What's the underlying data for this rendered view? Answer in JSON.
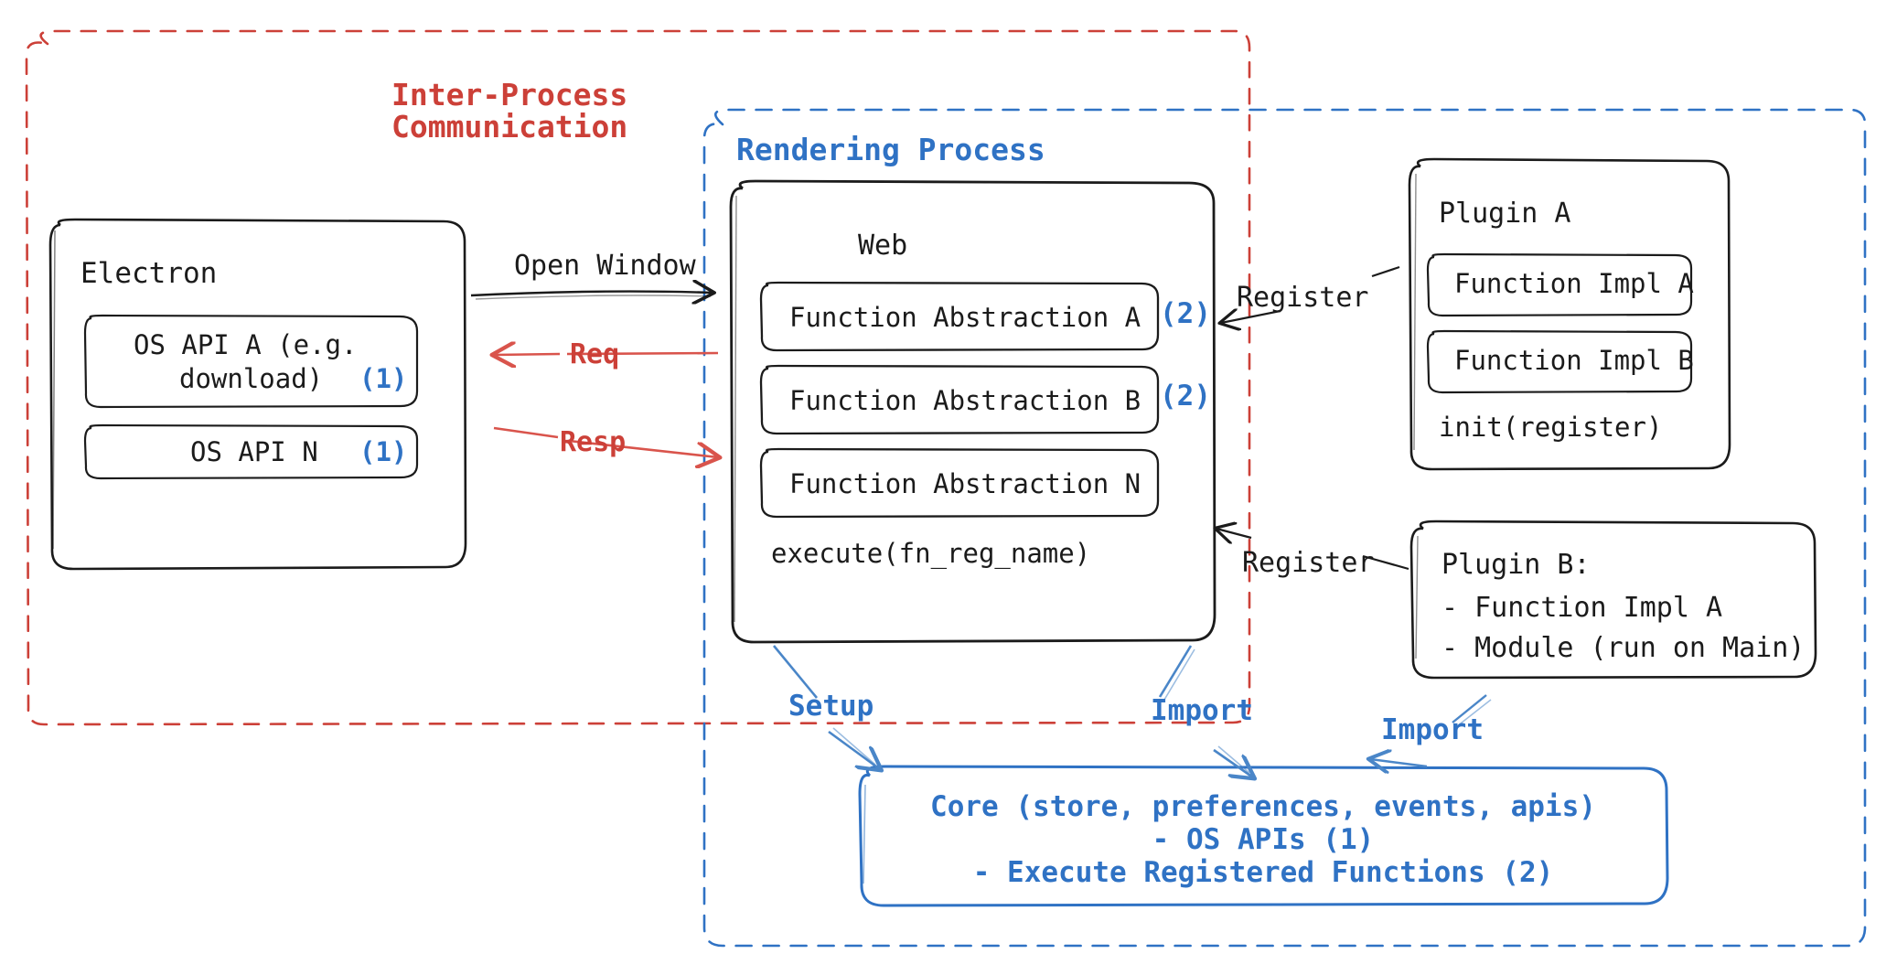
{
  "diagram": {
    "title_semantic": "Electron plugin architecture: IPC between Main and Rendering processes",
    "colors": {
      "red": "#cc4038",
      "red_soft": "#d9544c",
      "blue": "#2f72c4",
      "blue_soft": "#4a86c8",
      "black": "#1b1b1b",
      "background": "#ffffff"
    }
  },
  "regions": {
    "ipc": {
      "label_line1": "Inter-Process",
      "label_line2": "Communication",
      "color": "#cc4038"
    },
    "rendering": {
      "label": "Rendering Process",
      "color": "#2f72c4"
    }
  },
  "electron": {
    "title": "Electron",
    "apis": [
      {
        "name_line1": "OS API A (e.g.",
        "name_line2": "download)",
        "marker": "(1)"
      },
      {
        "name_line1": "OS API N",
        "name_line2": "",
        "marker": "(1)"
      }
    ]
  },
  "web": {
    "title": "Web",
    "abstractions": [
      {
        "label": "Function Abstraction A",
        "marker": "(2)"
      },
      {
        "label": "Function Abstraction B",
        "marker": "(2)"
      },
      {
        "label": "Function Abstraction N",
        "marker": ""
      }
    ],
    "footer": "execute(fn_reg_name)"
  },
  "plugin_a": {
    "title": "Plugin A",
    "items": [
      "Function Impl A",
      "Function Impl B"
    ],
    "footer": "init(register)"
  },
  "plugin_b": {
    "title": "Plugin B:",
    "lines": [
      "- Function Impl A",
      "- Module (run on Main)"
    ]
  },
  "core": {
    "line1": "Core (store, preferences, events, apis)",
    "line2": "- OS APIs (1)",
    "line3": "- Execute Registered Functions (2)"
  },
  "arrows": {
    "open_window": {
      "label": "Open Window",
      "color": "#1b1b1b"
    },
    "req": {
      "label": "Req",
      "color": "#d9544c"
    },
    "resp": {
      "label": "Resp",
      "color": "#d9544c"
    },
    "register_a": {
      "label": "Register",
      "color": "#1b1b1b"
    },
    "register_b": {
      "label": "Register",
      "color": "#1b1b1b"
    },
    "setup": {
      "label": "Setup",
      "color": "#2f72c4"
    },
    "import_web": {
      "label": "Import",
      "color": "#2f72c4"
    },
    "import_plugin_b": {
      "label": "Import",
      "color": "#2f72c4"
    }
  }
}
